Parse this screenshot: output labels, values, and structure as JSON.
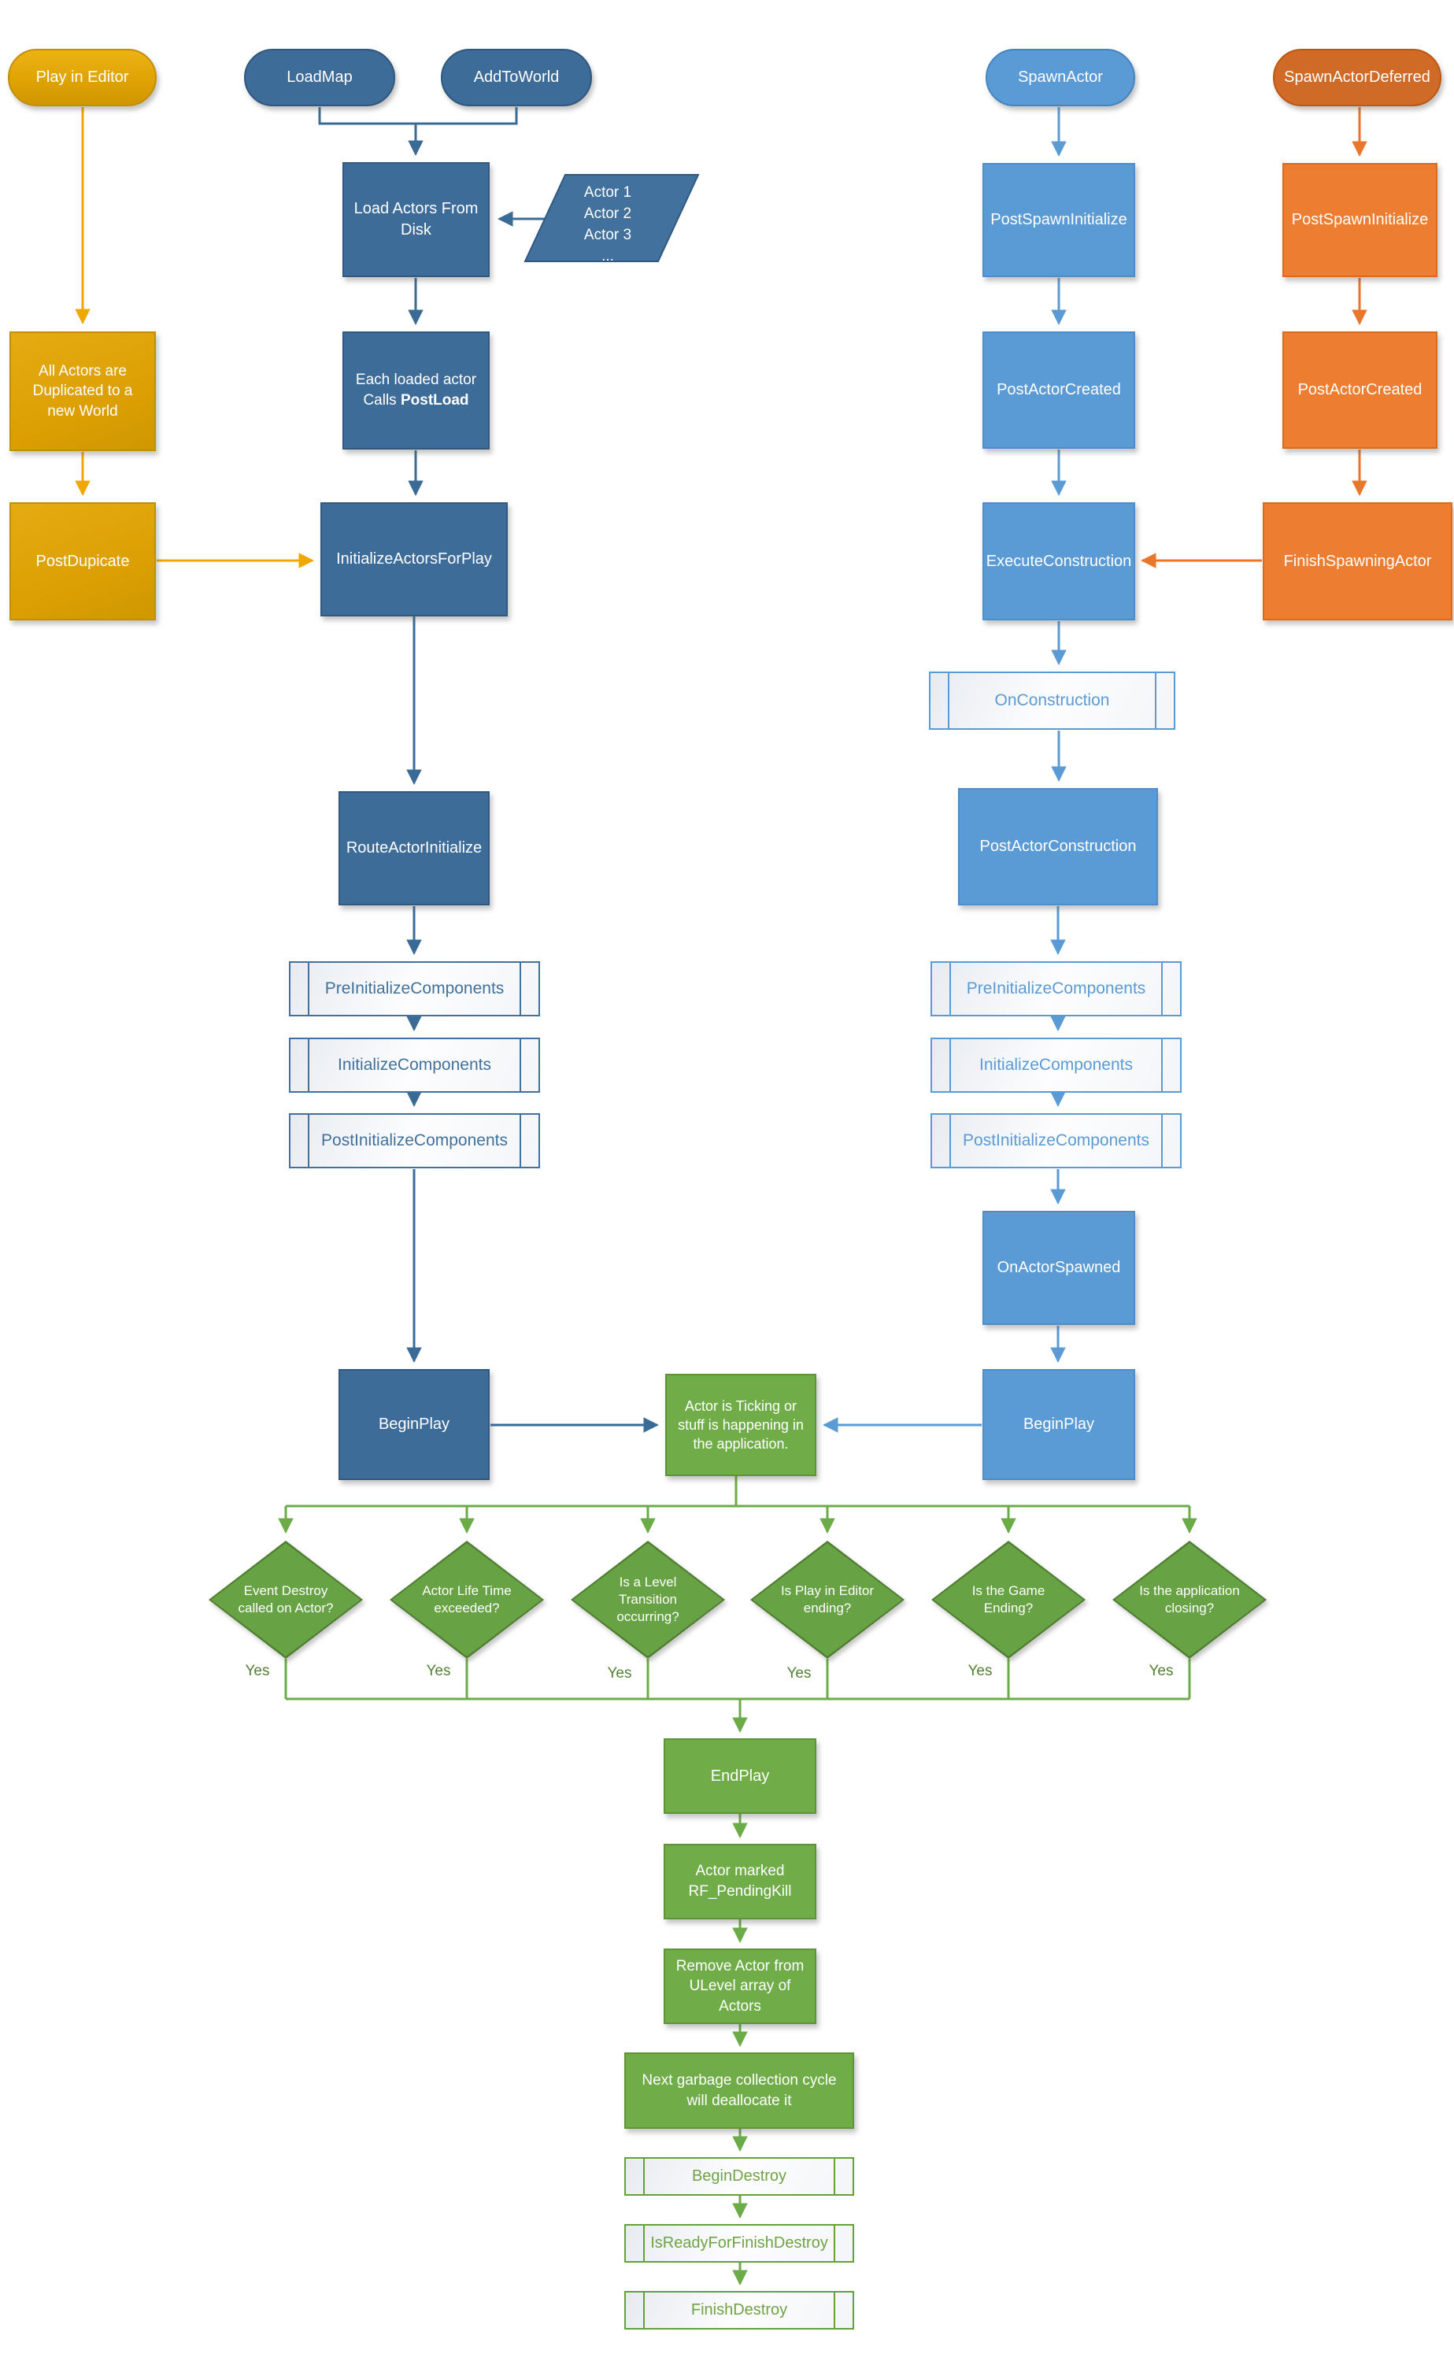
{
  "editor_flow": {
    "play_in_editor": "Play in Editor",
    "duplicate": "All Actors are Duplicated to a new World",
    "post_duplicate": "PostDupicate"
  },
  "load_flow": {
    "load_map": "LoadMap",
    "add_to_world": "AddToWorld",
    "load_actors": "Load Actors From Disk",
    "actor_list": [
      "Actor 1",
      "Actor 2",
      "Actor 3",
      "..."
    ],
    "each_loaded": {
      "line1": "Each loaded actor",
      "line2_prefix": "Calls ",
      "line2_bold": "PostLoad"
    },
    "initialize_actors": "InitializeActorsForPlay",
    "route_actor_initialize": "RouteActorInitialize",
    "pre_initialize_components": "PreInitializeComponents",
    "initialize_components": "InitializeComponents",
    "post_initialize_components": "PostInitializeComponents",
    "begin_play": "BeginPlay"
  },
  "spawn_flow": {
    "spawn_actor": "SpawnActor",
    "post_spawn_initialize": "PostSpawnInitialize",
    "post_actor_created": "PostActorCreated",
    "execute_construction": "ExecuteConstruction",
    "on_construction": "OnConstruction",
    "post_actor_construction": "PostActorConstruction",
    "pre_initialize_components": "PreInitializeComponents",
    "initialize_components": "InitializeComponents",
    "post_initialize_components": "PostInitializeComponents",
    "on_actor_spawned": "OnActorSpawned",
    "begin_play": "BeginPlay"
  },
  "deferred_flow": {
    "spawn_actor_deferred": "SpawnActorDeferred",
    "post_spawn_initialize": "PostSpawnInitialize",
    "post_actor_created": "PostActorCreated",
    "finish_spawning_actor": "FinishSpawningActor"
  },
  "runtime": {
    "ticking": "Actor is Ticking or stuff is happening in the application."
  },
  "decisions": [
    {
      "label": "Event Destroy called on Actor?",
      "answer": "Yes"
    },
    {
      "label": "Actor Life Time exceeded?",
      "answer": "Yes"
    },
    {
      "label": "Is a Level Transition occurring?",
      "answer": "Yes"
    },
    {
      "label": "Is Play in Editor ending?",
      "answer": "Yes"
    },
    {
      "label": "Is the Game Ending?",
      "answer": "Yes"
    },
    {
      "label": "Is the application closing?",
      "answer": "Yes"
    }
  ],
  "destroy_flow": {
    "end_play": "EndPlay",
    "pending_kill": "Actor marked RF_PendingKill",
    "remove_actor": "Remove Actor from ULevel array of Actors",
    "garbage_collection": "Next garbage collection cycle will deallocate it",
    "begin_destroy": "BeginDestroy",
    "is_ready_for_finish_destroy": "IsReadyForFinishDestroy",
    "finish_destroy": "FinishDestroy"
  },
  "colors": {
    "gold": "#DFA303",
    "dark_blue": "#3E6C99",
    "medium_blue": "#5B9BD5",
    "orange": "#ED7D31",
    "green": "#70AD49",
    "yes_text": "#538135"
  }
}
